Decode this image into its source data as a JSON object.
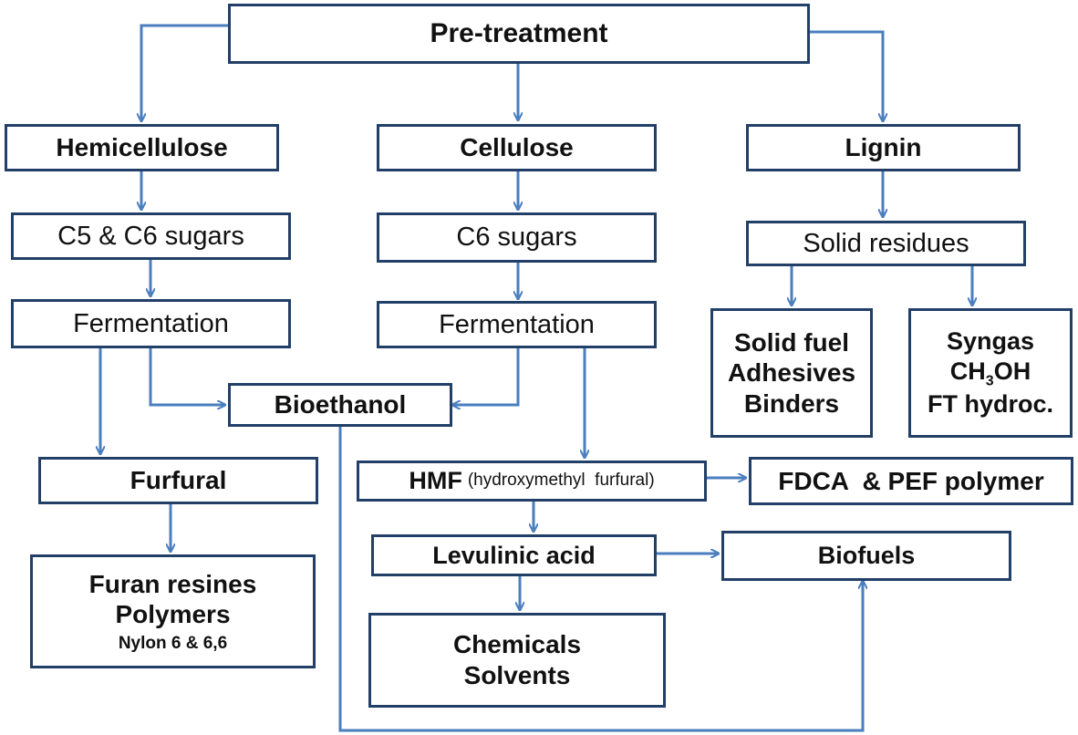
{
  "colors": {
    "box_border": "#213f67",
    "arrow": "#4a7ebf",
    "background": "#ffffff"
  },
  "nodes": {
    "pretreatment": "Pre-treatment",
    "hemicellulose": "Hemicellulose",
    "cellulose": "Cellulose",
    "lignin": "Lignin",
    "c5c6_sugars": "C5 & C6 sugars",
    "c6_sugars": "C6 sugars",
    "solid_residues": "Solid residues",
    "fermentation_left": "Fermentation",
    "fermentation_mid": "Fermentation",
    "solid_fuel_group": {
      "line1": "Solid fuel",
      "line2": "Adhesives",
      "line3": "Binders"
    },
    "syngas_group": {
      "line1": "Syngas",
      "line2_pre": "CH",
      "line2_sub": "3",
      "line2_post": "OH",
      "line3": "FT hydroc."
    },
    "bioethanol": "Bioethanol",
    "furfural": "Furfural",
    "hmf": {
      "abbr": "HMF",
      "full": "(hydroxymethyl  furfural)"
    },
    "fdca": "FDCA  & PEF polymer",
    "levulinic_acid": "Levulinic acid",
    "biofuels": "Biofuels",
    "furan_group": {
      "line1": "Furan resines",
      "line2": "Polymers",
      "line3": "Nylon 6 & 6,6"
    },
    "chemicals_group": {
      "line1": "Chemicals",
      "line2": "Solvents"
    }
  }
}
